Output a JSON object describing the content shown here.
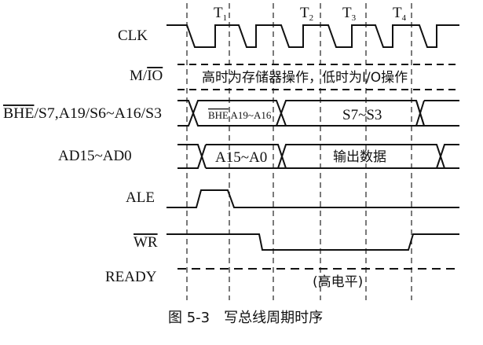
{
  "figure": {
    "caption": "图 5-3　写总线周期时序"
  },
  "states": [
    "T1",
    "T2",
    "T3",
    "T4"
  ],
  "signals": {
    "clk": "CLK",
    "mio": {
      "m": "M/",
      "io": "IO"
    },
    "bhe": {
      "bhe": "BHE",
      "rest": "/S7,A19/S6~A16/S3"
    },
    "ad": "AD15~AD0",
    "ale": "ALE",
    "wr": "WR",
    "ready": "READY"
  },
  "annotations": {
    "mio_text": "高时为存储器操作，低时为I/O操作",
    "bhe_segment1": {
      "bhe": "BHE",
      "rest": " A19~A16"
    },
    "bhe_segment2": "S7~S3",
    "ad_segment1": "A15~A0",
    "ad_segment2": "输出数据",
    "ready_text": "(高电平)"
  }
}
